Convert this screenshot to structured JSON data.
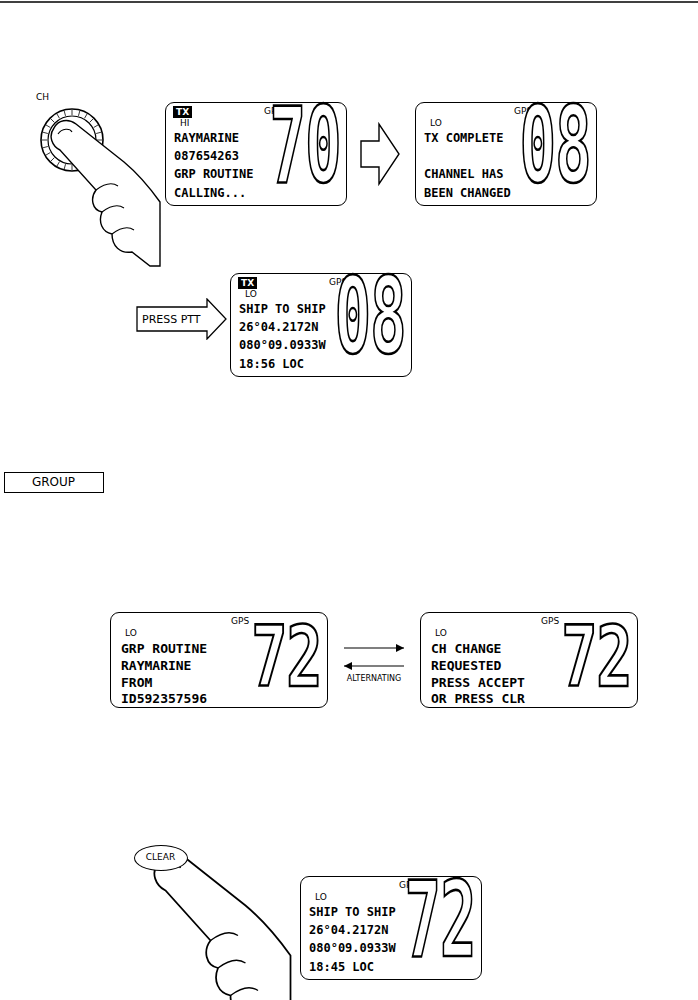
{
  "diagram": {
    "nodes": [
      {
        "text": [
          "TX",
          "GPS",
          "HI",
          "RAYMARINE",
          "087654263",
          "GRP ROUTINE",
          "CALLING...",
          "70"
        ]
      },
      {
        "text": [
          "GPS",
          "LO",
          "TX COMPLETE",
          "CHANNEL HAS",
          "BEEN CHANGED",
          "08"
        ]
      },
      {
        "text": [
          "PRESS PTT"
        ]
      },
      {
        "text": [
          "TX",
          "GPS",
          "LO",
          "SHIP TO SHIP",
          "26°04.2172N",
          "080°09.0933W",
          "18:56 LOC",
          "08"
        ]
      },
      {
        "text": [
          "GROUP"
        ]
      },
      {
        "text": [
          "GPS",
          "LO",
          "GRP ROUTINE",
          "RAYMARINE",
          "FROM",
          "ID592357596",
          "72"
        ]
      },
      {
        "text": [
          "GPS",
          "LO",
          "CH CHANGE",
          "REQUESTED",
          "PRESS ACCEPT",
          "OR PRESS CLR",
          "72"
        ]
      },
      {
        "text": [
          "CLEAR"
        ]
      },
      {
        "text": [
          "GPS",
          "LO",
          "SHIP TO SHIP",
          "26°04.2172N",
          "080°09.0933W",
          "18:45 LOC",
          "72"
        ]
      }
    ],
    "edges": [
      {
        "from": 0,
        "to": 1,
        "arrow": "to"
      },
      {
        "from": 5,
        "to": 6,
        "arrow": "to",
        "label": "ALTERNATING"
      },
      {
        "from": 6,
        "to": 5,
        "arrow": "to"
      }
    ],
    "labels": [
      "CH"
    ]
  }
}
